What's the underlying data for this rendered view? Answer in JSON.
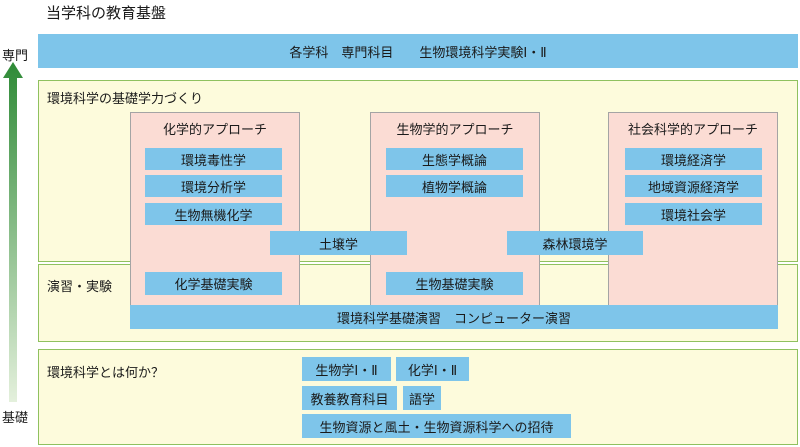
{
  "title": "当学科の教育基盤",
  "axis": {
    "top": "専門",
    "bottom": "基礎"
  },
  "top_bar": "各学科　専門科目　　生物環境科学実験Ⅰ・Ⅱ",
  "sections": {
    "foundation": {
      "label": "環境科学の基礎学力づくり"
    },
    "exercises": {
      "label": "演習・実験"
    },
    "basics": {
      "label": "環境科学とは何か？"
    }
  },
  "approaches": [
    {
      "title": "化学的アプローチ",
      "courses": [
        "環境毒性学",
        "環境分析学",
        "生物無機化学"
      ]
    },
    {
      "title": "生物学的アプローチ",
      "courses": [
        "生態学概論",
        "植物学概論"
      ]
    },
    {
      "title": "社会科学的アプローチ",
      "courses": [
        "環境経済学",
        "地域資源経済学",
        "環境社会学"
      ]
    }
  ],
  "shared_courses": [
    "土壌学",
    "森林環境学"
  ],
  "experiments": [
    "化学基礎実験",
    "生物基礎実験"
  ],
  "exercise_bar": "環境科学基礎演習　コンピューター演習",
  "basic_courses": [
    "生物学Ⅰ・Ⅱ",
    "化学Ⅰ・Ⅱ",
    "教養教育科目",
    "語学",
    "生物資源と風土・生物資源科学への招待"
  ],
  "colors": {
    "course_box": "#7ec5ea",
    "band_fill": "#fdfbdc",
    "band_border": "#8fc15f",
    "approach_fill": "#fbdcd4",
    "arrow_top": "#2e8a36",
    "arrow_bottom": "#e4f0dc"
  }
}
